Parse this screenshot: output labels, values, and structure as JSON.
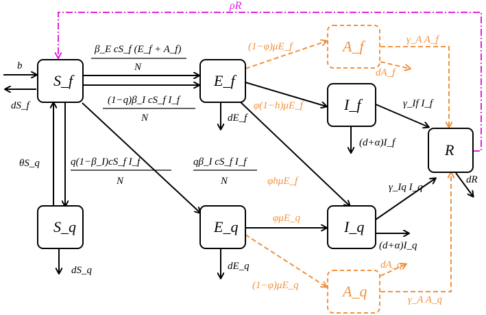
{
  "nodes": {
    "Sf": "S_f",
    "Sq": "S_q",
    "Ef": "E_f",
    "Eq": "E_q",
    "Af": "A_f",
    "Aq": "A_q",
    "If": "I_f",
    "Iq": "I_q",
    "R": "R"
  },
  "labels": {
    "rhoR": "ρR",
    "b": "b",
    "dSf": "dS_f",
    "betaE": "β_E cS_f (E_f + A_f)",
    "betaE_denom": "N",
    "oneMinusQ": "(1−q)β_I cS_f I_f",
    "oneMinusQ_denom": "N",
    "thetaSq": "θS_q",
    "qOneMinusBeta": "q(1−β_I)cS_f I_f",
    "qOneMinusBeta_denom": "N",
    "qBeta": "qβ_I cS_f I_f",
    "qBeta_denom": "N",
    "dSq": "dS_q",
    "oneMinusPhiEf": "(1−φ)μE_f",
    "dAf": "dA_f",
    "gammaAAf": "γ_A A_f",
    "phiOneMinusH": "φ(1−h)μE_f",
    "dEf": "dE_f",
    "gammaIfIf": "γ_If I_f",
    "dAlphaIf": "(d+α)I_f",
    "phiH": "φhμE_f",
    "gammaIqIq": "γ_Iq I_q",
    "dR": "dR",
    "phiMuEq": "φμE_q",
    "dAlphaIq": "(d+α)I_q",
    "dEq": "dE_q",
    "dAq": "dA_q",
    "oneMinusPhiEq": "(1−φ)μE_q",
    "gammaAAq": "γ_A A_q"
  },
  "colors": {
    "black": "#000000",
    "orange": "#f0913a",
    "magenta": "#e020e0"
  }
}
